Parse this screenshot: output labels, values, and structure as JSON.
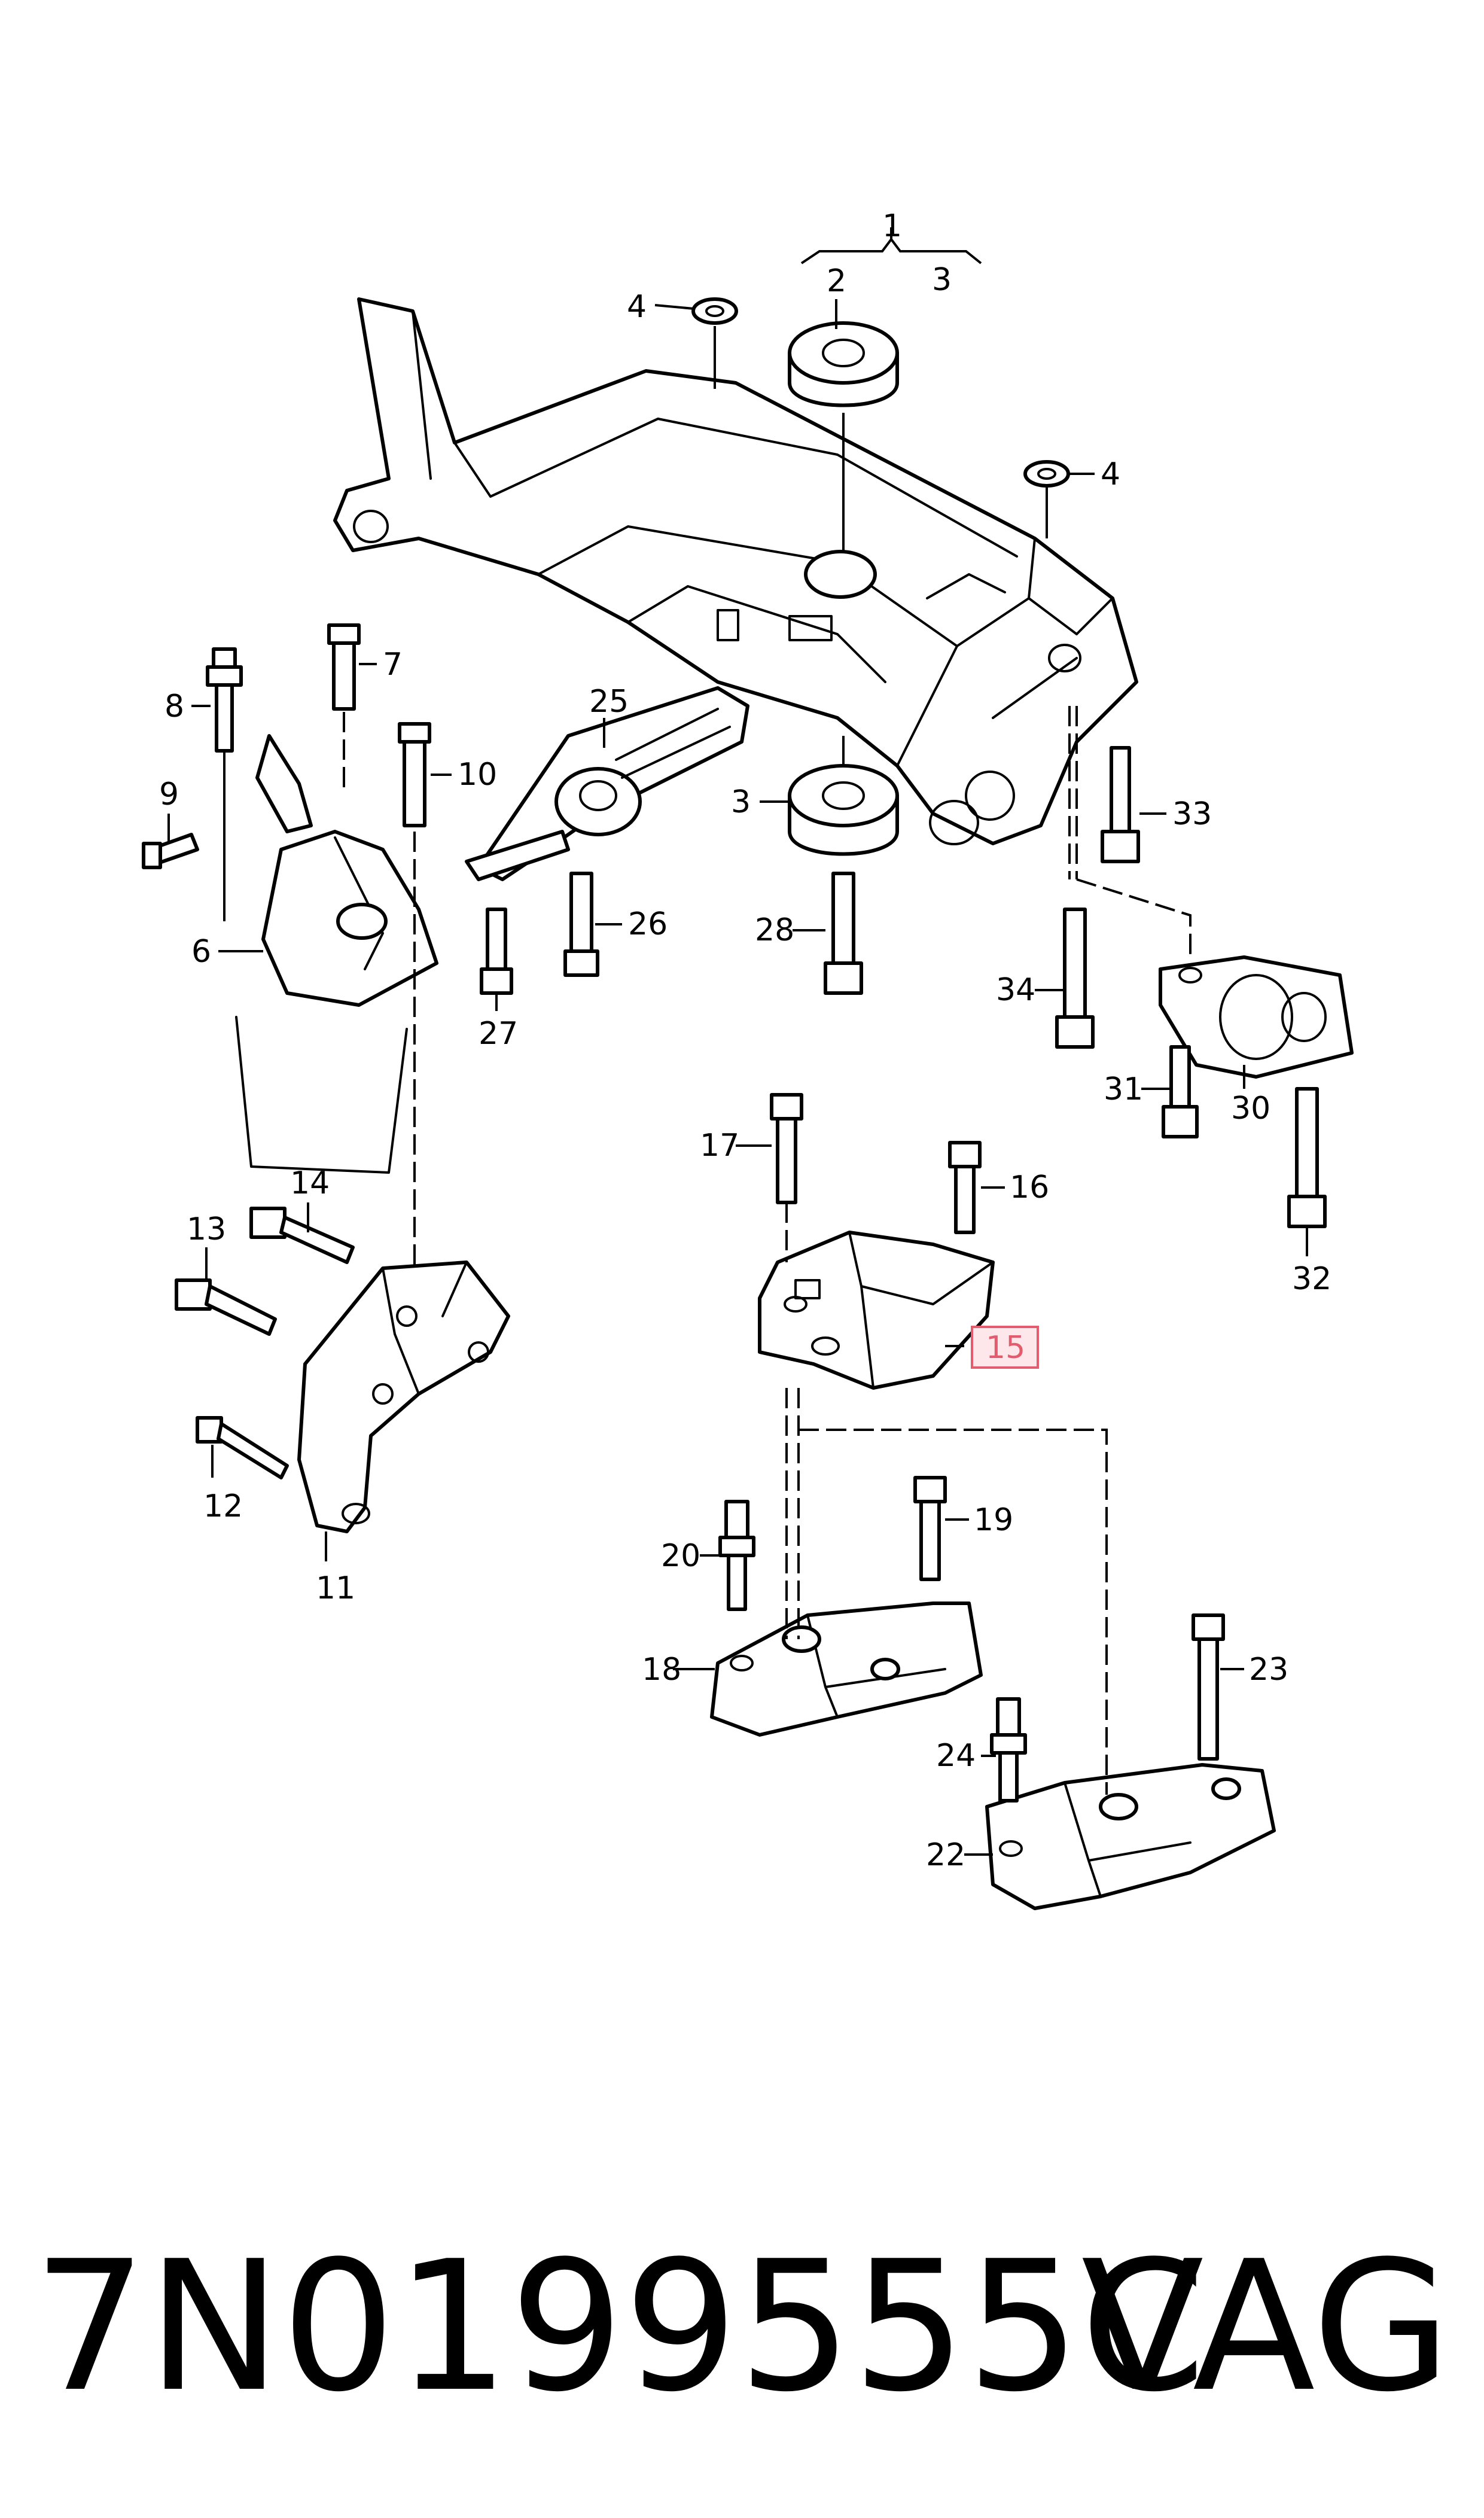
{
  "callouts": {
    "c1": "1",
    "c2": "2",
    "c3a": "3",
    "c3b": "3",
    "c4a": "4",
    "c4b": "4",
    "c6": "6",
    "c7": "7",
    "c8": "8",
    "c9": "9",
    "c10": "10",
    "c11": "11",
    "c12": "12",
    "c13": "13",
    "c14": "14",
    "c15": "15",
    "c16": "16",
    "c17": "17",
    "c18": "18",
    "c19": "19",
    "c20": "20",
    "c22": "22",
    "c23": "23",
    "c24": "24",
    "c25": "25",
    "c26": "26",
    "c27": "27",
    "c28": "28",
    "c30": "30",
    "c31": "31",
    "c32": "32",
    "c33": "33",
    "c34": "34"
  },
  "highlighted_callout": "15",
  "footer": {
    "part_number": "7N0199555C",
    "brand": "VAG"
  },
  "colors": {
    "line": "#000000",
    "highlight_border": "#e35c6e",
    "highlight_fill": "#fde7ea"
  }
}
